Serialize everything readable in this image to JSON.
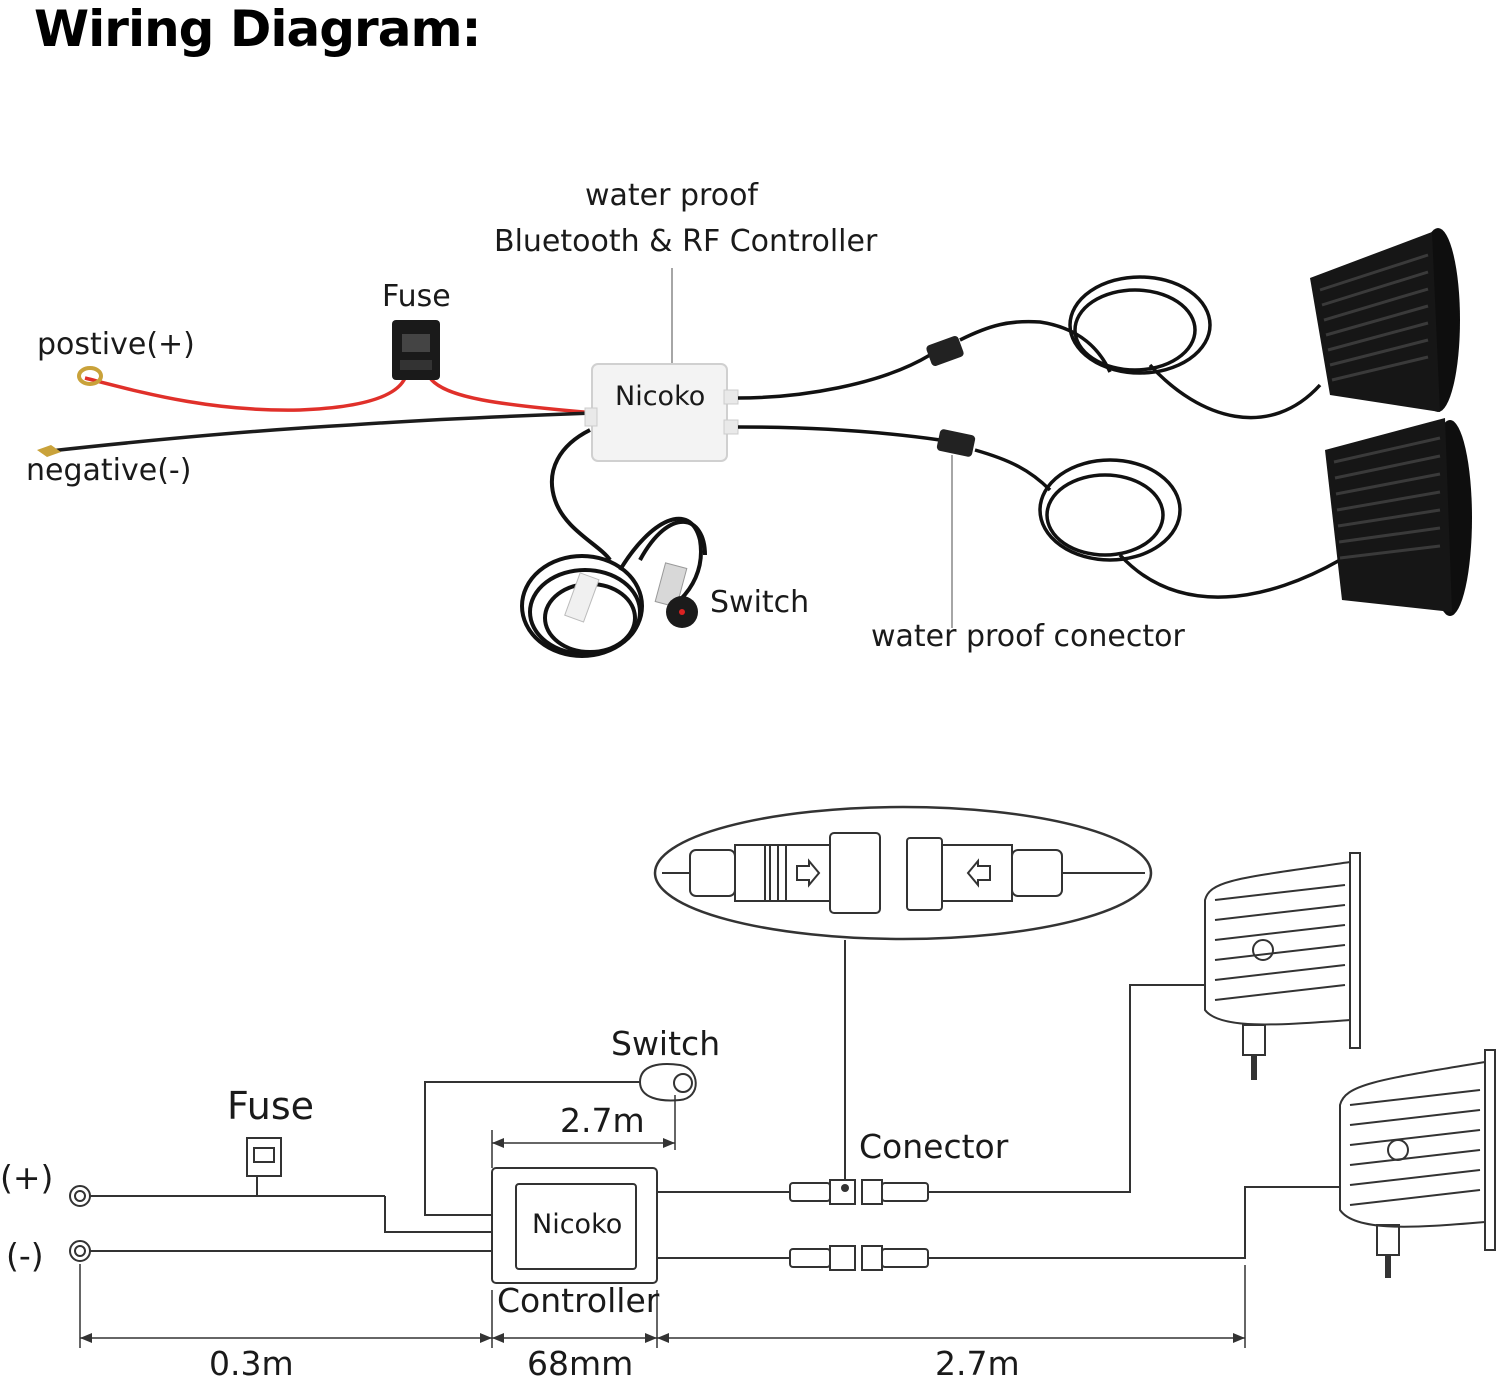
{
  "title": "Wiring Diagram:",
  "photo": {
    "waterproof_label": "water proof",
    "controller_label": "Bluetooth & RF Controller",
    "fuse_label": "Fuse",
    "positive_label": "postive(+)",
    "negative_label": "negative(-)",
    "controller_brand": "Nicoko",
    "switch_label": "Switch",
    "connector_label": "water proof conector"
  },
  "schematic": {
    "switch_label": "Switch",
    "fuse_label": "Fuse",
    "positive_label": "(+)",
    "negative_label": "(-)",
    "switch_cable_length": "2.7m",
    "controller_brand": "Nicoko",
    "controller_label": "Controller",
    "connector_label": "Conector",
    "dim_power_cable": "0.3m",
    "dim_controller": "68mm",
    "dim_light_cable": "2.7m"
  },
  "colors": {
    "positive_wire": "#e0302a",
    "negative_wire": "#1c1c1c",
    "light_housing": "#151515",
    "controller_box": "#f2f2f2",
    "schematic_line": "#333333"
  }
}
